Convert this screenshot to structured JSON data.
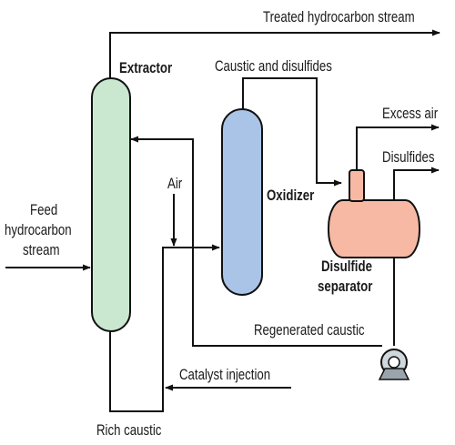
{
  "labels": {
    "treated_stream": "Treated hydrocarbon stream",
    "extractor": "Extractor",
    "caustic_disulfides": "Caustic and disulfides",
    "excess_air": "Excess air",
    "disulfides": "Disulfides",
    "air": "Air",
    "oxidizer": "Oxidizer",
    "feed_line1": "Feed",
    "feed_line2": "hydrocarbon",
    "feed_line3": "stream",
    "separator_line1": "Disulfide",
    "separator_line2": "separator",
    "regenerated_caustic": "Regenerated caustic",
    "catalyst_injection": "Catalyst injection",
    "rich_caustic": "Rich caustic"
  },
  "colors": {
    "extractor_fill": "#c9e8cf",
    "oxidizer_fill": "#a9c4e6",
    "separator_fill": "#f7b9a4",
    "pump_fill": "#cfd8dc",
    "line": "#111111"
  }
}
